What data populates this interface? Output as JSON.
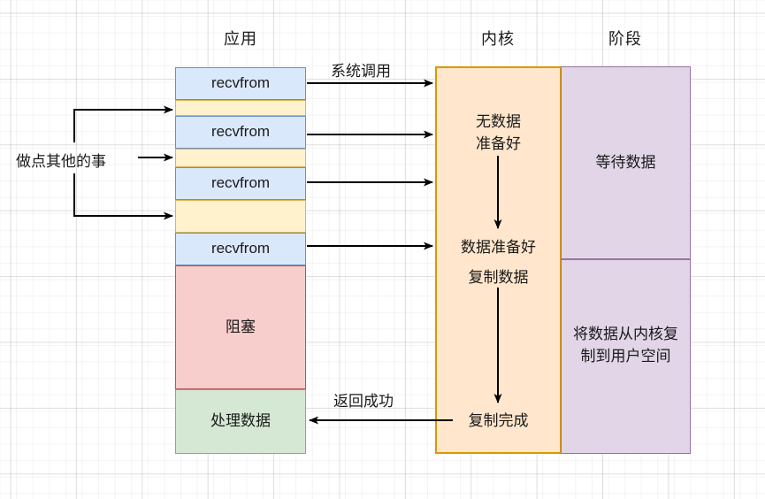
{
  "diagram": {
    "title_columns": [
      {
        "key": "app",
        "label": "应用"
      },
      {
        "key": "kernel",
        "label": "内核"
      },
      {
        "key": "phase",
        "label": "阶段"
      }
    ],
    "app_stack": [
      {
        "type": "call",
        "label": "recvfrom"
      },
      {
        "type": "wait",
        "label": ""
      },
      {
        "type": "call",
        "label": "recvfrom"
      },
      {
        "type": "wait",
        "label": ""
      },
      {
        "type": "call",
        "label": "recvfrom"
      },
      {
        "type": "wait",
        "label": ""
      },
      {
        "type": "call",
        "label": "recvfrom"
      },
      {
        "type": "block",
        "label": "阻塞"
      },
      {
        "type": "process",
        "label": "处理数据"
      }
    ],
    "kernel_steps": [
      {
        "label": "无数据"
      },
      {
        "label": "准备好"
      },
      {
        "label": "数据准备好"
      },
      {
        "label": "复制数据"
      },
      {
        "label": "复制完成"
      }
    ],
    "phases": [
      {
        "label": "等待数据"
      },
      {
        "label": "将数据从内核复制到用户空间"
      }
    ],
    "edge_labels": {
      "syscall": "系统调用",
      "other_work": "做点其他的事",
      "return_ok": "返回成功"
    },
    "colors": {
      "call_fill": "#dae8fc",
      "call_stroke": "#6c8ebf",
      "wait_fill": "#fff2cc",
      "wait_stroke": "#d6b656",
      "block_fill": "#f8cecc",
      "block_stroke": "#b85450",
      "process_fill": "#d5e8d4",
      "process_stroke": "#82b366",
      "kernel_fill": "#ffe6cc",
      "kernel_stroke": "#d79b00",
      "phase_fill": "#e1d5e7",
      "phase_stroke": "#9673a6",
      "arrow": "#000000",
      "grid": "#e8e8e8"
    }
  }
}
